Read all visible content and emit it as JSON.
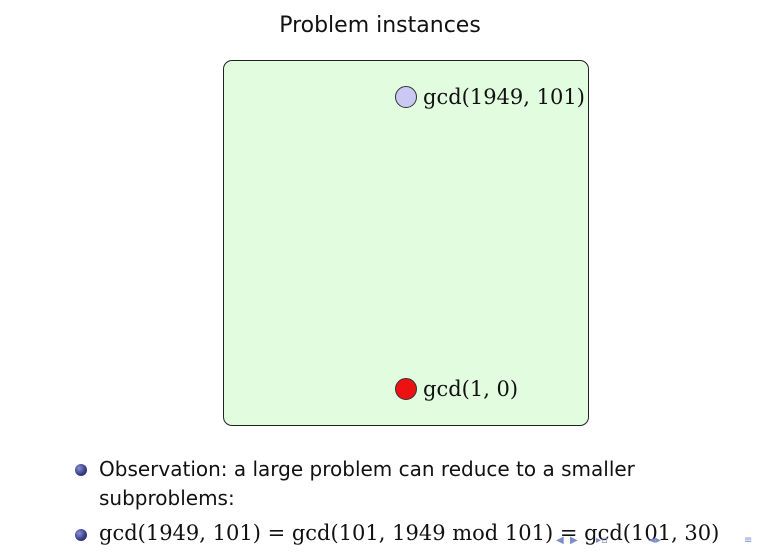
{
  "slide": {
    "title": "Problem instances"
  },
  "diagram": {
    "box_color": "#e2fce0",
    "nodes": [
      {
        "id": "start",
        "label": "gcd(1949, 101)",
        "color": "#c9c9f4"
      },
      {
        "id": "end",
        "label": "gcd(1, 0)",
        "color": "#ee1111"
      }
    ]
  },
  "bullets": [
    "Observation: a large problem can reduce to a smaller subproblems:",
    "gcd(1949, 101) = gcd(101, 1949  mod 101) = gcd(101, 30)"
  ],
  "navigation": {
    "icons": [
      "nav-frame-left-icon",
      "nav-frame-right-icon",
      "nav-subsection-icon",
      "nav-section-icon",
      "nav-menu-icon"
    ],
    "color": "#7a8ccc"
  }
}
